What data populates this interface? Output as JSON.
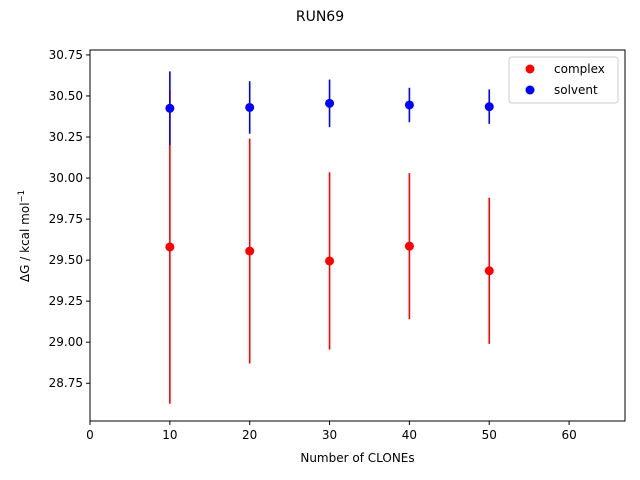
{
  "chart_data": {
    "type": "scatter",
    "title": "RUN69",
    "xlabel": "Number of CLONEs",
    "ylabel_main": "ΔG / kcal mol",
    "ylabel_sup": "−1",
    "xlim": [
      0,
      67
    ],
    "ylim": [
      28.52,
      30.78
    ],
    "xticks": [
      0,
      10,
      20,
      30,
      40,
      50,
      60
    ],
    "xtick_labels": [
      "0",
      "10",
      "20",
      "30",
      "40",
      "50",
      "60"
    ],
    "yticks": [
      28.75,
      29.0,
      29.25,
      29.5,
      29.75,
      30.0,
      30.25,
      30.5,
      30.75
    ],
    "ytick_labels": [
      "28.75",
      "29.00",
      "29.25",
      "29.50",
      "29.75",
      "30.00",
      "30.25",
      "30.50",
      "30.75"
    ],
    "grid": false,
    "legend_position": "top-right",
    "series": [
      {
        "name": "complex",
        "color": "#ff0000",
        "x": [
          10,
          20,
          30,
          40,
          50
        ],
        "y": [
          29.58,
          29.555,
          29.495,
          29.585,
          29.435
        ],
        "yerr": [
          0.955,
          0.685,
          0.54,
          0.445,
          0.445
        ]
      },
      {
        "name": "solvent",
        "color": "#0000ff",
        "x": [
          10,
          20,
          30,
          40,
          50
        ],
        "y": [
          30.425,
          30.43,
          30.455,
          30.445,
          30.435
        ],
        "yerr": [
          0.225,
          0.16,
          0.145,
          0.105,
          0.105
        ]
      }
    ]
  }
}
